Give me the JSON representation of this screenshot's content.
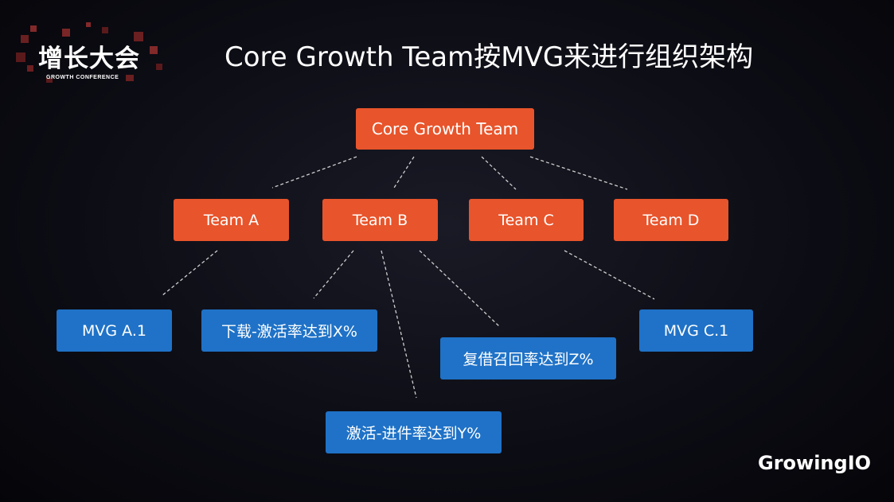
{
  "logo": {
    "title": "增长大会",
    "subtitle": "GROWTH CONFERENCE"
  },
  "title": "Core Growth Team按MVG来进行组织架构",
  "diagram": {
    "root": "Core Growth Team",
    "teams": [
      "Team A",
      "Team B",
      "Team C",
      "Team D"
    ],
    "mvgs": [
      "MVG A.1",
      "下载-激活率达到X%",
      "复借召回率达到Z%",
      "激活-进件率达到Y%",
      "MVG C.1"
    ],
    "colors": {
      "team_fill": "#e8542b",
      "mvg_fill": "#1f72c7",
      "connector": "#cfcfcf"
    }
  },
  "brand": "GrowingIO"
}
